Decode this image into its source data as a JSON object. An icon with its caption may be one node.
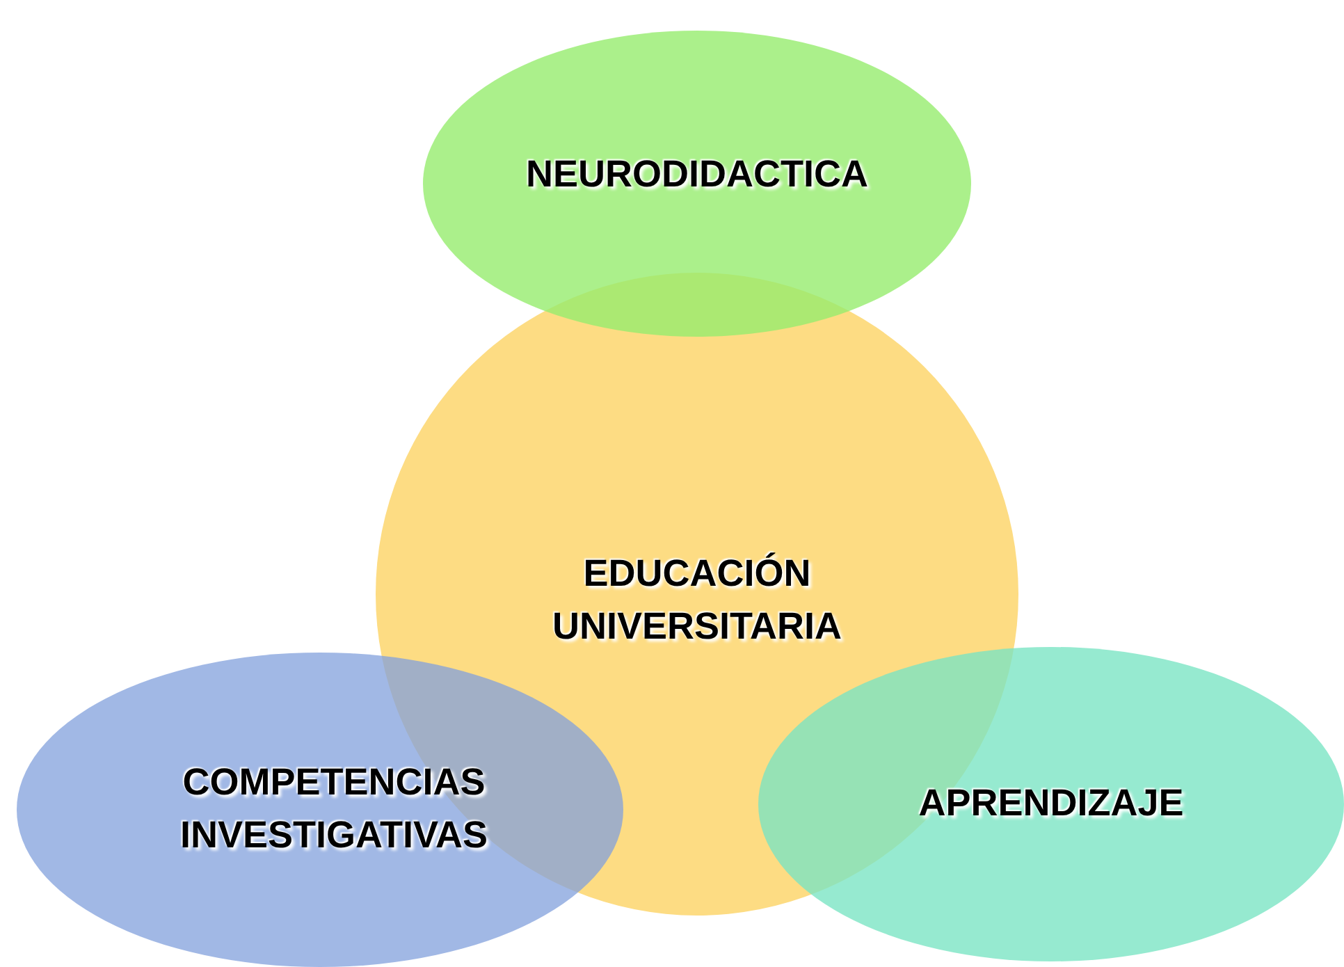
{
  "diagram": {
    "nodes": [
      {
        "text": [
          "NEURODIDACTICA"
        ]
      },
      {
        "text": [
          "EDUCACIÓN UNIVERSITARIA"
        ]
      },
      {
        "text": [
          "COMPETENCIAS INVESTIGATIVAS"
        ]
      },
      {
        "text": [
          "APRENDIZAJE"
        ]
      }
    ]
  }
}
